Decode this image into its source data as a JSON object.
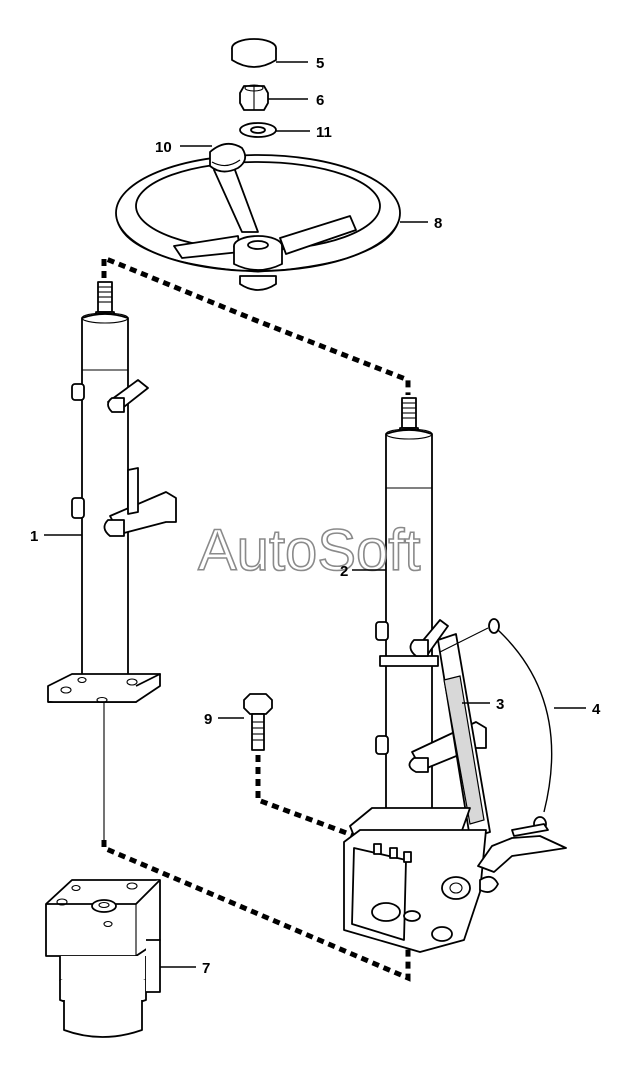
{
  "watermark": "AutoSoft",
  "callouts": [
    {
      "id": "5",
      "label": "5"
    },
    {
      "id": "6",
      "label": "6"
    },
    {
      "id": "11",
      "label": "11"
    },
    {
      "id": "10",
      "label": "10"
    },
    {
      "id": "8",
      "label": "8"
    },
    {
      "id": "1",
      "label": "1"
    },
    {
      "id": "2",
      "label": "2"
    },
    {
      "id": "3",
      "label": "3"
    },
    {
      "id": "4",
      "label": "4"
    },
    {
      "id": "9",
      "label": "9"
    },
    {
      "id": "7",
      "label": "7"
    }
  ]
}
